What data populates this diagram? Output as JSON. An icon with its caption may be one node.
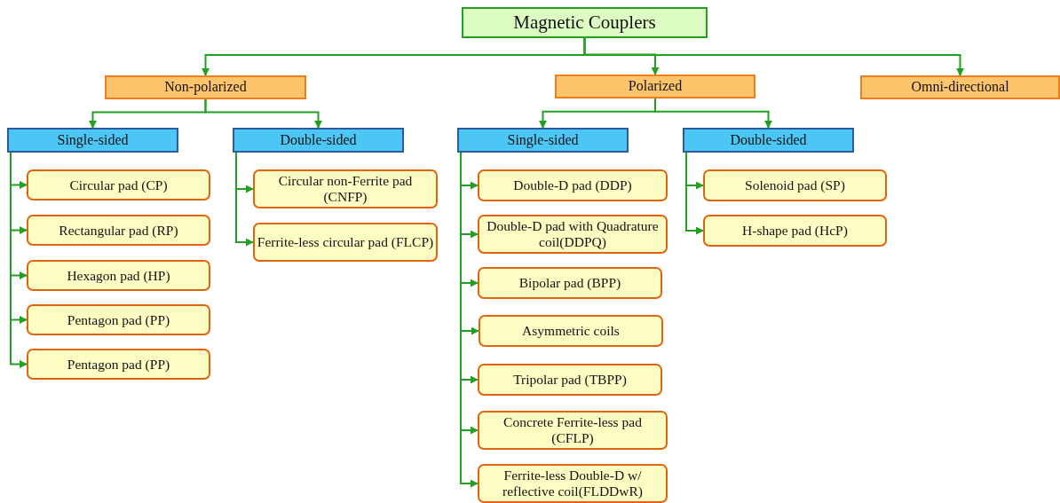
{
  "diagram": {
    "nodes": [
      {
        "text": [
          "Magnetic Couplers"
        ]
      },
      {
        "text": [
          "Non-polarized"
        ]
      },
      {
        "text": [
          "Single-sided"
        ]
      },
      {
        "text": [
          "Circular pad (CP)"
        ]
      },
      {
        "text": [
          "Rectangular pad (RP)"
        ]
      },
      {
        "text": [
          "Hexagon pad (HP)"
        ]
      },
      {
        "text": [
          "Pentagon pad (PP)"
        ]
      },
      {
        "text": [
          "Pentagon pad (PP)"
        ]
      },
      {
        "text": [
          "Double-sided"
        ]
      },
      {
        "text": [
          "Circular non-Ferrite pad (CNFP)"
        ]
      },
      {
        "text": [
          "Ferrite-less circular pad (FLCP)"
        ]
      },
      {
        "text": [
          "Polarized"
        ]
      },
      {
        "text": [
          "Single-sided"
        ]
      },
      {
        "text": [
          "Double-D pad (DDP)"
        ]
      },
      {
        "text": [
          "Double-D pad with Quadrature coil(DDPQ)"
        ]
      },
      {
        "text": [
          "Bipolar pad (BPP)"
        ]
      },
      {
        "text": [
          "Asymmetric coils"
        ]
      },
      {
        "text": [
          "Tripolar pad (TBPP)"
        ]
      },
      {
        "text": [
          "Concrete Ferrite-less pad (CFLP)"
        ]
      },
      {
        "text": [
          "Ferrite-less Double-D w/ reflective coil(FLDDwR)"
        ]
      },
      {
        "text": [
          "Double-sided"
        ]
      },
      {
        "text": [
          "Solenoid pad (SP)"
        ]
      },
      {
        "text": [
          "H-shape pad (HcP)"
        ]
      },
      {
        "text": [
          "Omni-directional"
        ]
      }
    ],
    "edges": [
      {
        "from": 0,
        "to": 1,
        "arrow": "to"
      },
      {
        "from": 0,
        "to": 11,
        "arrow": "to"
      },
      {
        "from": 0,
        "to": 23,
        "arrow": "to"
      },
      {
        "from": 1,
        "to": 2,
        "arrow": "to"
      },
      {
        "from": 1,
        "to": 8,
        "arrow": "to"
      },
      {
        "from": 2,
        "to": 3,
        "arrow": "to"
      },
      {
        "from": 2,
        "to": 4,
        "arrow": "to"
      },
      {
        "from": 2,
        "to": 5,
        "arrow": "to"
      },
      {
        "from": 2,
        "to": 6,
        "arrow": "to"
      },
      {
        "from": 2,
        "to": 7,
        "arrow": "to"
      },
      {
        "from": 8,
        "to": 9,
        "arrow": "to"
      },
      {
        "from": 8,
        "to": 10,
        "arrow": "to"
      },
      {
        "from": 11,
        "to": 12,
        "arrow": "to"
      },
      {
        "from": 11,
        "to": 20,
        "arrow": "to"
      },
      {
        "from": 12,
        "to": 13,
        "arrow": "to"
      },
      {
        "from": 12,
        "to": 14,
        "arrow": "to"
      },
      {
        "from": 12,
        "to": 15,
        "arrow": "to"
      },
      {
        "from": 12,
        "to": 16,
        "arrow": "to"
      },
      {
        "from": 12,
        "to": 17,
        "arrow": "to"
      },
      {
        "from": 12,
        "to": 18,
        "arrow": "to"
      },
      {
        "from": 12,
        "to": 19,
        "arrow": "to"
      },
      {
        "from": 20,
        "to": 21,
        "arrow": "to"
      },
      {
        "from": 20,
        "to": 22,
        "arrow": "to"
      }
    ]
  }
}
